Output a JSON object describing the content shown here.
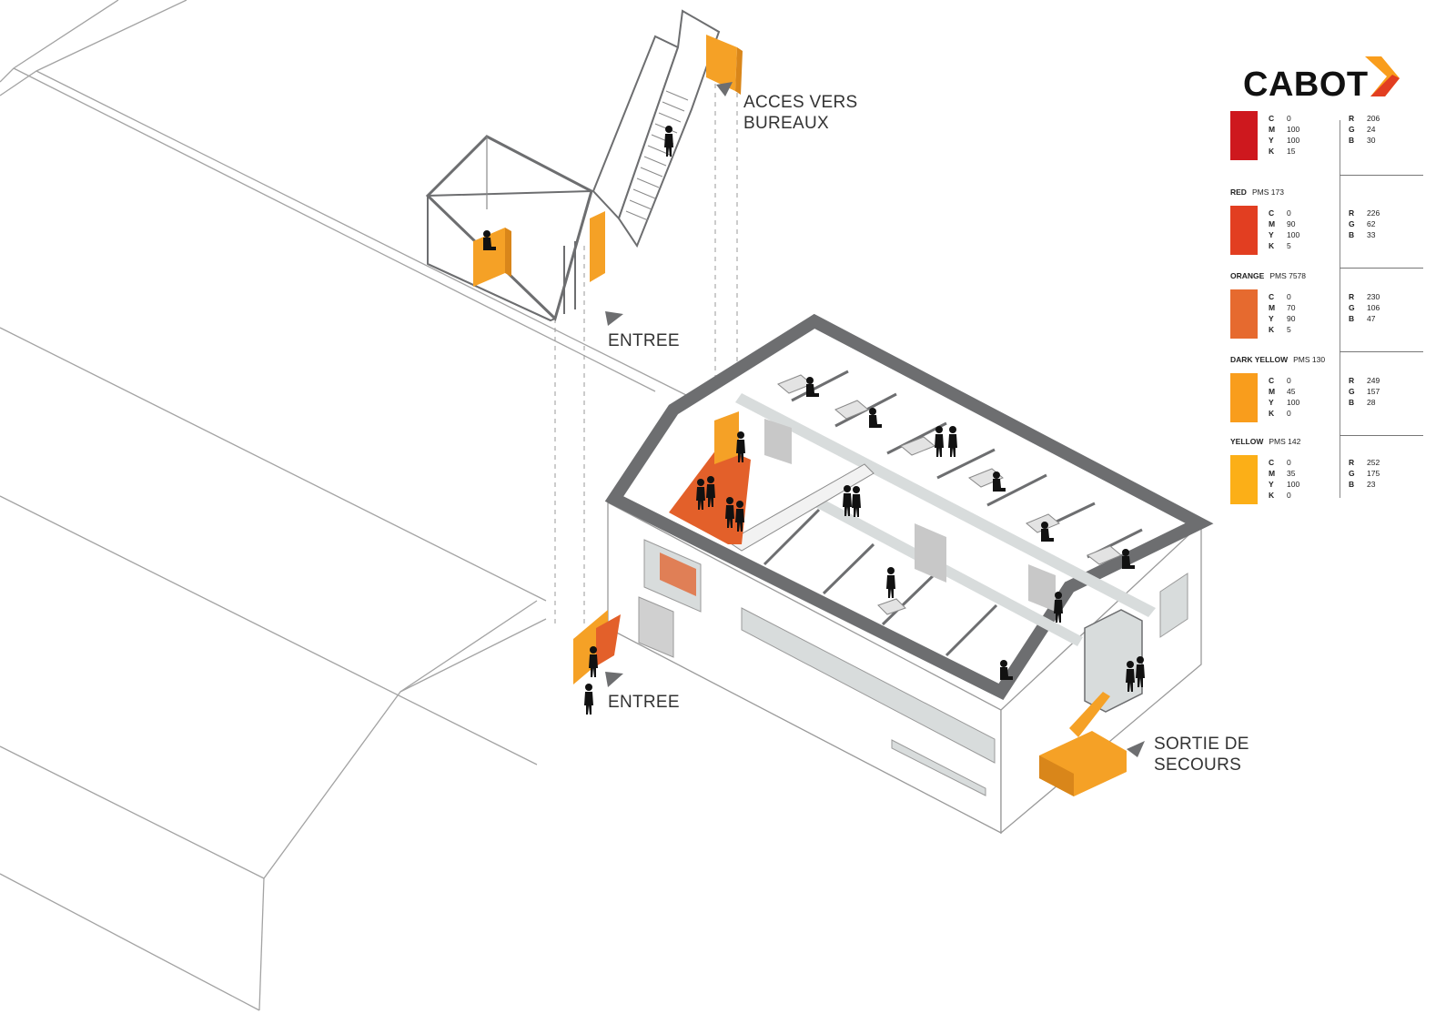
{
  "labels": {
    "acces_vers_bureaux_line1": "ACCES VERS",
    "acces_vers_bureaux_line2": "BUREAUX",
    "entree_upper": "ENTREE",
    "entree_lower": "ENTREE",
    "sortie_line1": "SORTIE DE",
    "sortie_line2": "SECOURS"
  },
  "legend": {
    "brand": "CABOT",
    "swatches": [
      {
        "name": "",
        "pms": "",
        "hex": "#ce181e",
        "C": "0",
        "M": "100",
        "Y": "100",
        "K": "15",
        "R": "206",
        "G": "24",
        "B": "30"
      },
      {
        "name": "RED",
        "pms": "PMS 173",
        "hex": "#e23e21",
        "C": "0",
        "M": "90",
        "Y": "100",
        "K": "5",
        "R": "226",
        "G": "62",
        "B": "33"
      },
      {
        "name": "ORANGE",
        "pms": "PMS 7578",
        "hex": "#e66a2f",
        "C": "0",
        "M": "70",
        "Y": "90",
        "K": "5",
        "R": "230",
        "G": "106",
        "B": "47"
      },
      {
        "name": "DARK YELLOW",
        "pms": "PMS 130",
        "hex": "#f99d1c",
        "C": "0",
        "M": "45",
        "Y": "100",
        "K": "0",
        "R": "249",
        "G": "157",
        "B": "28"
      },
      {
        "name": "YELLOW",
        "pms": "PMS 142",
        "hex": "#fcaf17",
        "C": "0",
        "M": "35",
        "Y": "100",
        "K": "0",
        "R": "252",
        "G": "175",
        "B": "23"
      }
    ]
  },
  "colors": {
    "wall_gray": "#6d6e70",
    "line_gray": "#8a8a8a",
    "accent_orange": "#f5a126",
    "floor_red_orange": "#e3602a",
    "glass": "#d8dcdc"
  }
}
